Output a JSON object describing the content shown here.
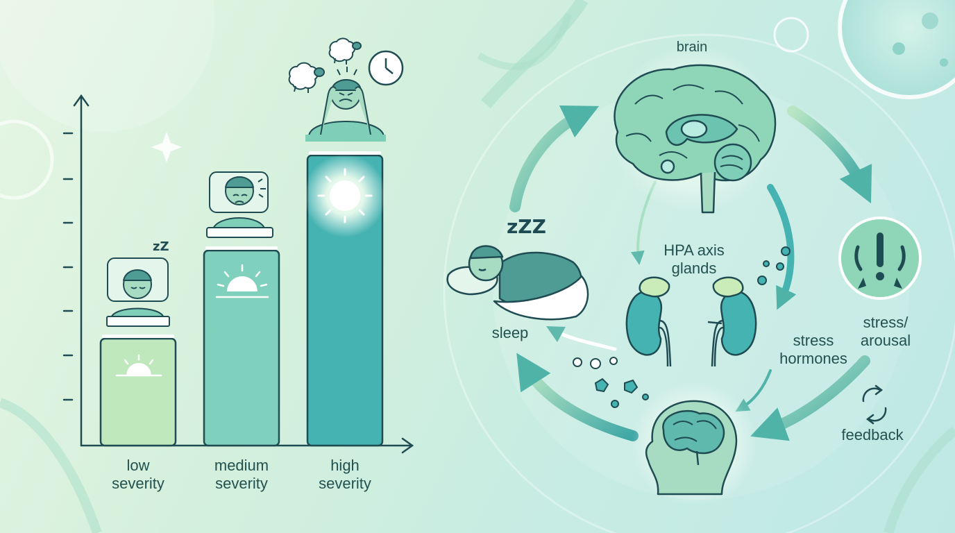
{
  "chart_data": {
    "type": "bar",
    "categories": [
      "low\nseverity",
      "medium\nseverity",
      "high\nseverity"
    ],
    "values": [
      1,
      2,
      3
    ],
    "colors": [
      "#bfe8bc",
      "#7fd1bd",
      "#45b3b1"
    ]
  },
  "cycle": {
    "brain_label": "brain",
    "hpa_label": "HPA axis\nglands",
    "stress_hormones_label": "stress\nhormones",
    "stress_arousal_label": "stress/\narousal",
    "sleep_label": "sleep",
    "feedback_label": "feedback"
  },
  "snore": {
    "small": "zZ",
    "large": "zZZ"
  },
  "colors": {
    "ink": "#1f4b52",
    "teal": "#45b3b1",
    "arrow": "#4fb3a8",
    "mint": "#a8e0c4"
  }
}
